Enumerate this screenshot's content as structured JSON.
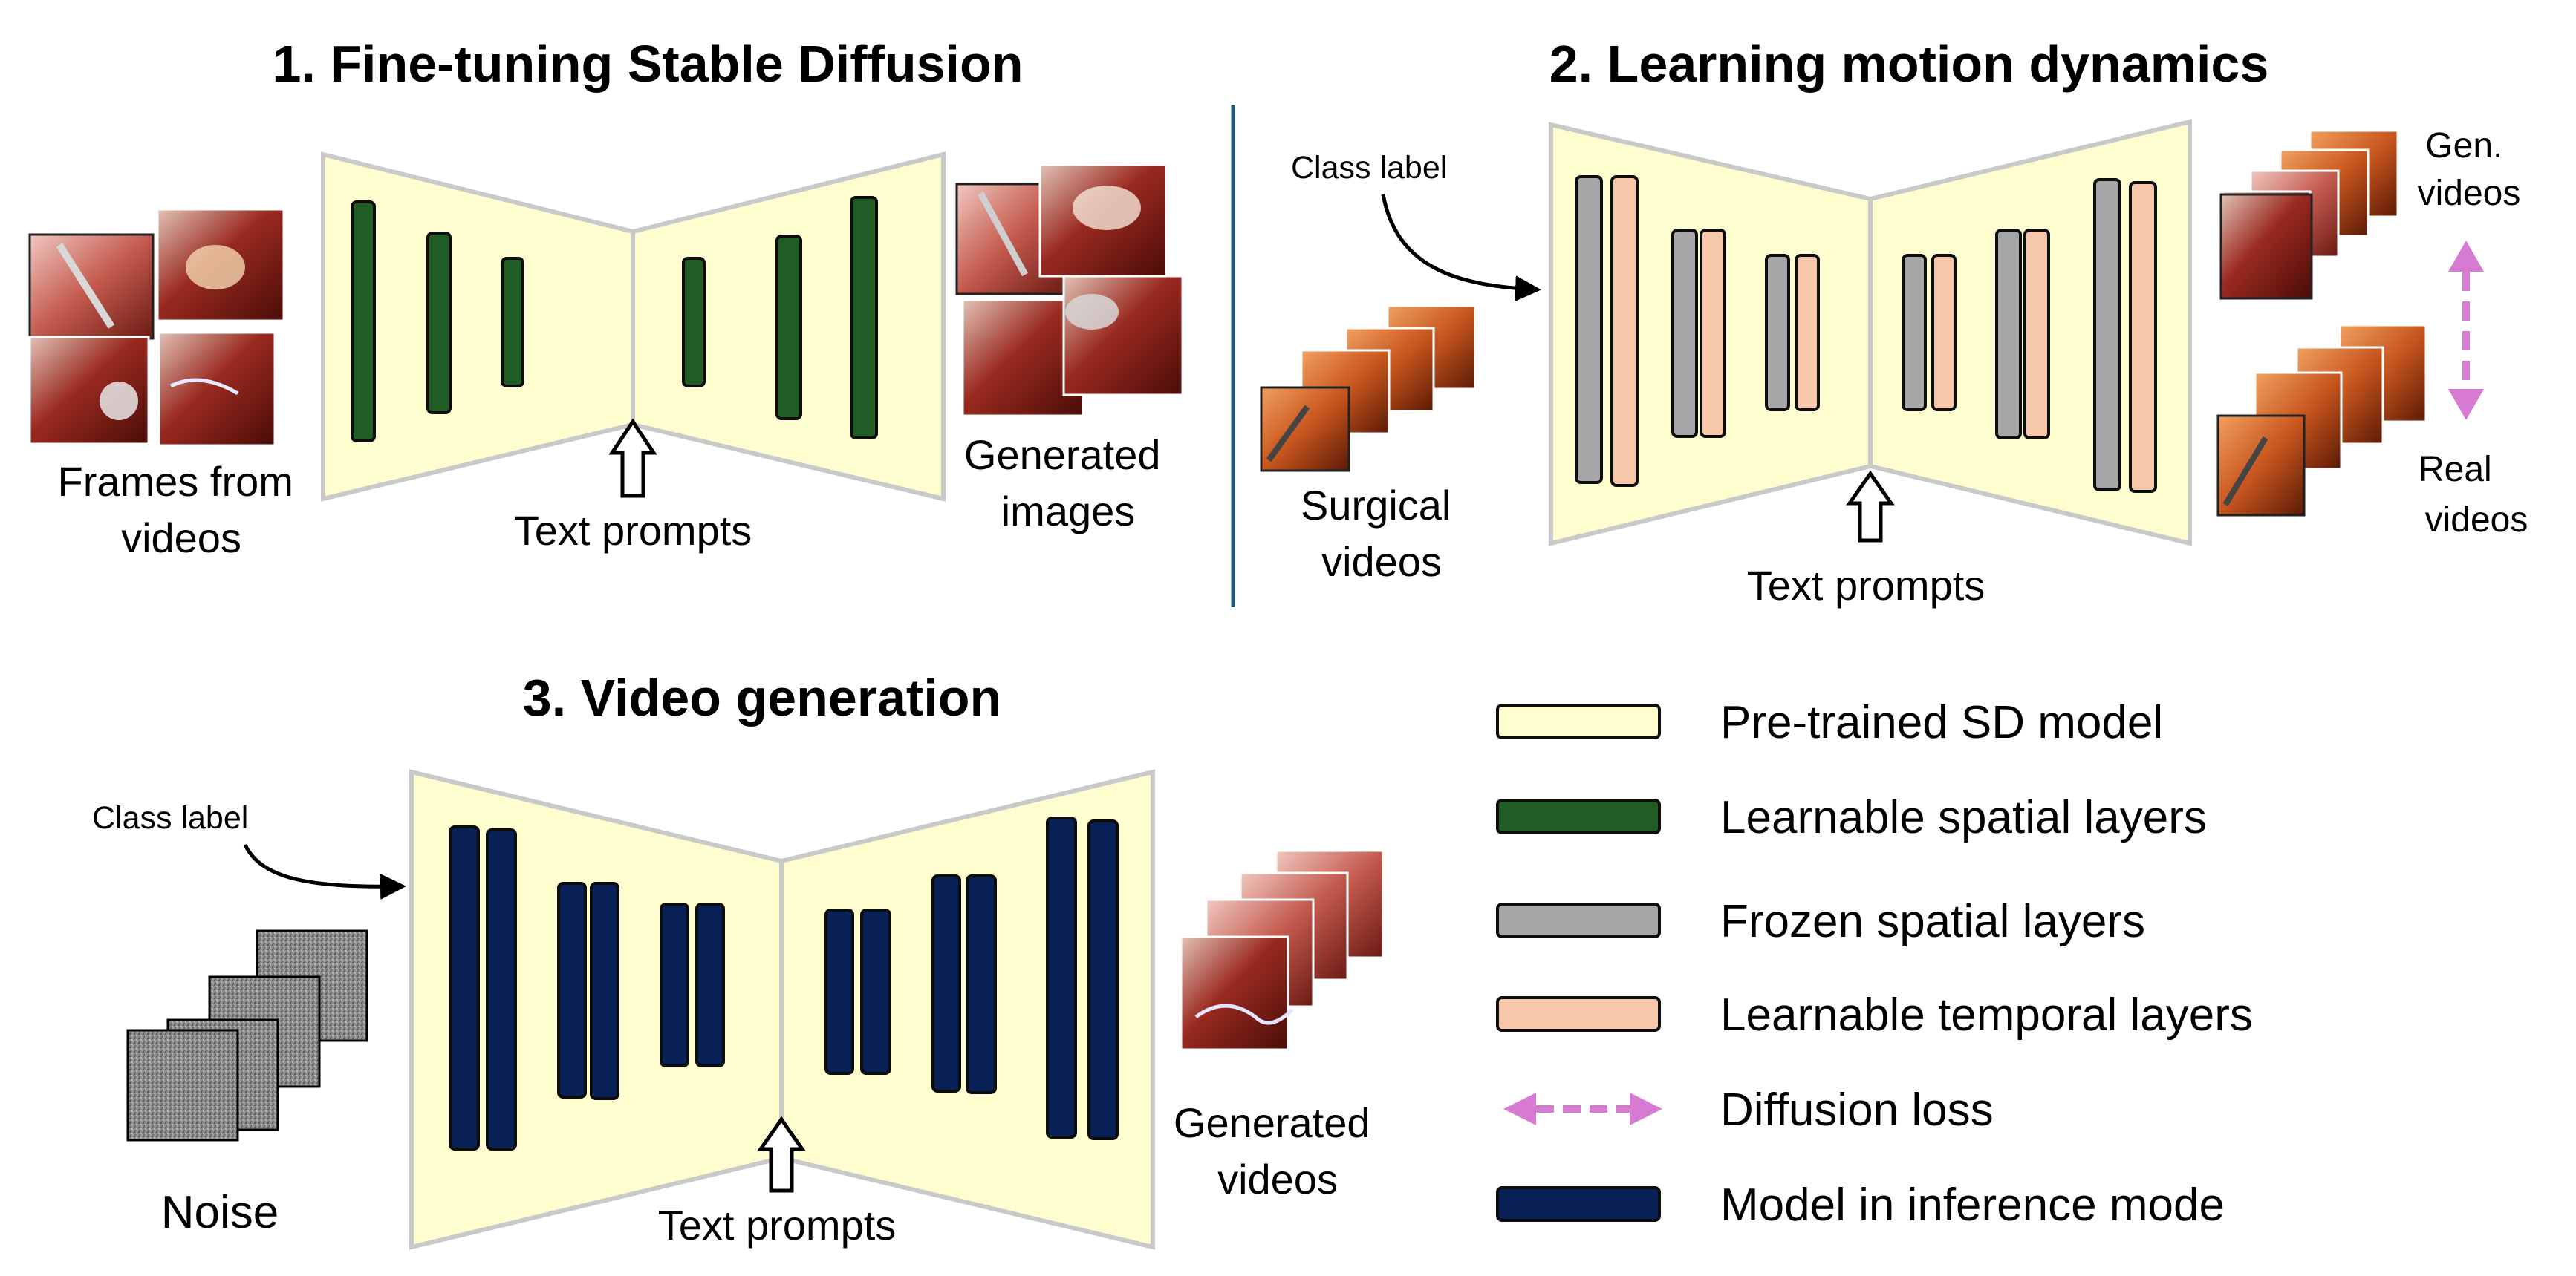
{
  "sections": {
    "finetune": {
      "title": "1. Fine-tuning Stable Diffusion",
      "input_label": [
        "Frames from",
        "videos"
      ],
      "output_label": [
        "Generated",
        "images"
      ],
      "prompt_label": "Text prompts"
    },
    "motion": {
      "title": "2. Learning motion dynamics",
      "class_label": "Class label",
      "input_label": [
        "Surgical",
        "videos"
      ],
      "prompt_label": "Text prompts",
      "gen_label": [
        "Gen.",
        "videos"
      ],
      "real_label": [
        "Real",
        "videos"
      ]
    },
    "generation": {
      "title": "3. Video generation",
      "class_label": "Class label",
      "noise_label": "Noise",
      "prompt_label": "Text prompts",
      "output_label": [
        "Generated",
        "videos"
      ]
    }
  },
  "legend": [
    {
      "label": "Pre-trained SD model",
      "fill": "#fefdd0",
      "dashed_arrow": false
    },
    {
      "label": "Learnable spatial layers",
      "fill": "#1f5d24",
      "dashed_arrow": false
    },
    {
      "label": "Frozen spatial layers",
      "fill": "#a6a6a6",
      "dashed_arrow": false
    },
    {
      "label": "Learnable temporal layers",
      "fill": "#f7c7ac",
      "dashed_arrow": false
    },
    {
      "label": "Diffusion loss",
      "fill": "#d67bd1",
      "dashed_arrow": true
    },
    {
      "label": "Model in inference mode",
      "fill": "#0a2157",
      "dashed_arrow": false
    }
  ],
  "colors": {
    "unet_fill": "#fefdd0",
    "unet_stroke": "#c9c9c9",
    "spatial_learnable": "#1f5d24",
    "spatial_frozen": "#a6a6a6",
    "temporal_learnable": "#f7c7ac",
    "inference": "#0a2157",
    "loss_arrow": "#d67bd1",
    "divider": "#1f5a78"
  },
  "icons": {
    "prompt_arrow": "hollow-up-arrow-icon",
    "loss_arrow": "dashed-double-arrow-icon",
    "class_arrow": "curved-arrow-icon"
  }
}
